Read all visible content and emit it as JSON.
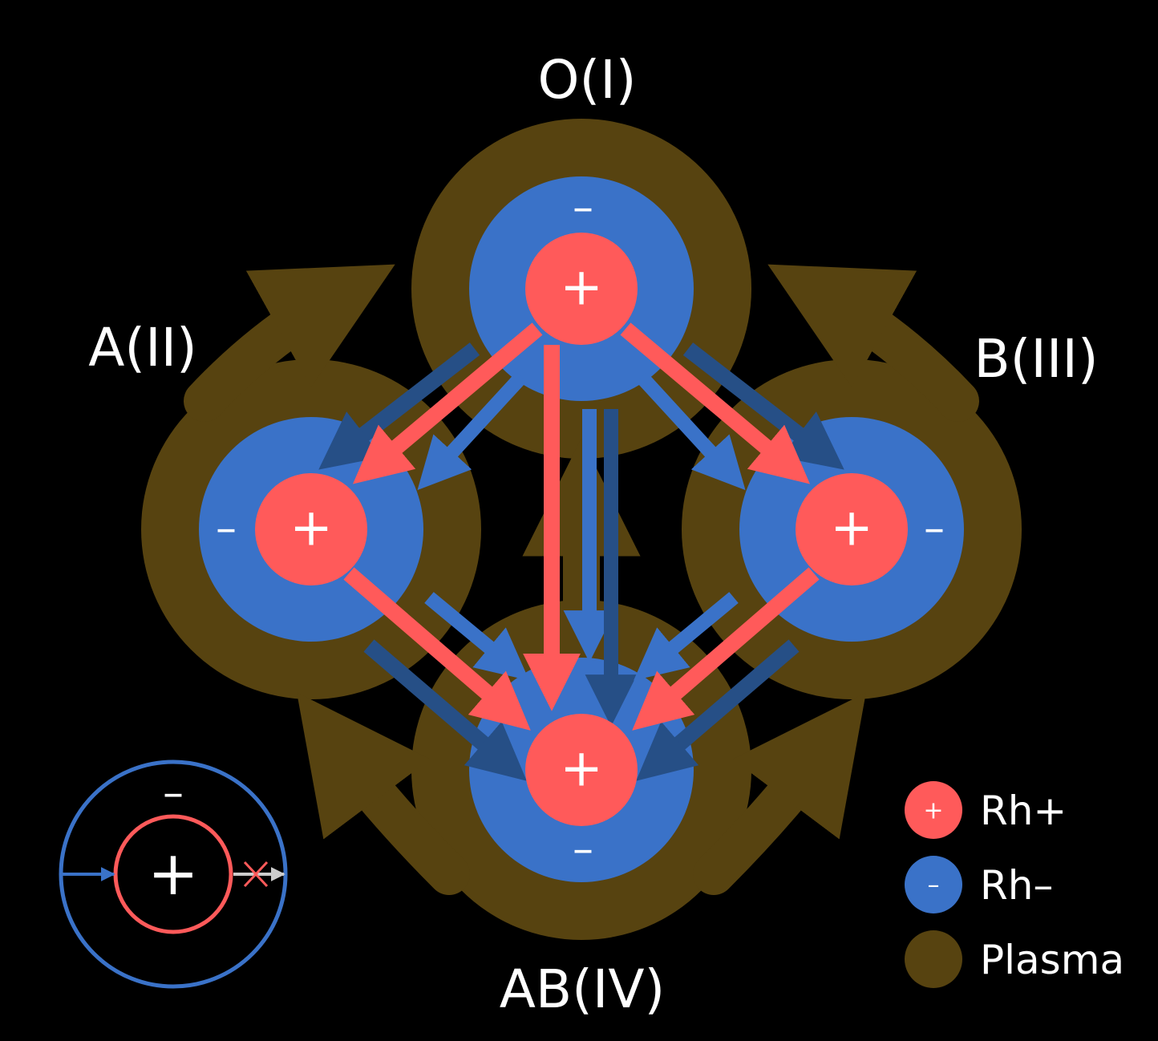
{
  "colors": {
    "background": "#000000",
    "rh_positive": "#ff5a5a",
    "rh_negative": "#3a72c8",
    "rh_negative_dark": "#264f86",
    "plasma": "#574310",
    "key_arrow_gray": "#cccccc",
    "text": "#ffffff"
  },
  "groups": {
    "o": {
      "label": "O(I)",
      "positive_sign": "+",
      "negative_sign": "–"
    },
    "a": {
      "label": "A(II)",
      "positive_sign": "+",
      "negative_sign": "–"
    },
    "b": {
      "label": "B(III)",
      "positive_sign": "+",
      "negative_sign": "–"
    },
    "ab": {
      "label": "AB(IV)",
      "positive_sign": "+",
      "negative_sign": "–"
    }
  },
  "key": {
    "negative_sign": "–",
    "positive_sign": "+"
  },
  "legend": {
    "items": [
      {
        "symbol": "+",
        "label": "Rh+",
        "color": "#ff5a5a"
      },
      {
        "symbol": "–",
        "label": "Rh–",
        "color": "#3a72c8"
      },
      {
        "symbol": "",
        "label": "Plasma",
        "color": "#574310"
      }
    ]
  }
}
